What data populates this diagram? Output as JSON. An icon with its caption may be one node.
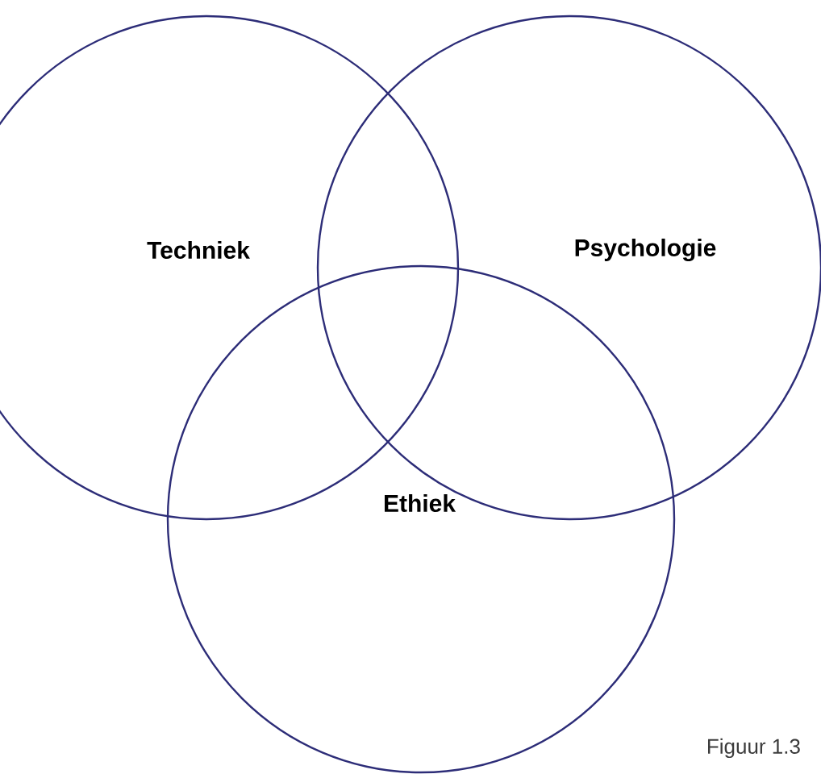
{
  "diagram": {
    "caption": "Figuur 1.3",
    "nodes": [
      {
        "text": [
          "Techniek"
        ]
      },
      {
        "text": [
          "Psychologie"
        ]
      },
      {
        "text": [
          "Ethiek"
        ]
      }
    ]
  }
}
